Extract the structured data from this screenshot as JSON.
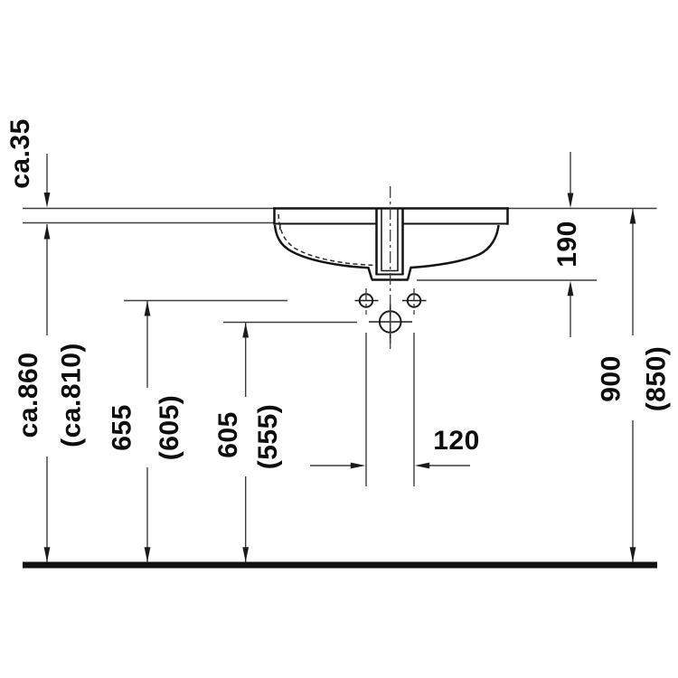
{
  "drawing": {
    "type": "washbasin-installation-side-elevation",
    "labels": {
      "counter_thickness": "ca.35",
      "height_under_counter": "ca.860",
      "height_under_counter_alt": "(ca.810)",
      "height_fixing_holes": "655",
      "height_fixing_holes_alt": "(605)",
      "height_drain": "605",
      "height_drain_alt": "(555)",
      "hole_spacing": "120",
      "basin_depth": "190",
      "height_counter_top": "900",
      "height_counter_top_alt": "(850)"
    },
    "colors": {
      "background": "#ffffff",
      "thin_line": "#3d3d3d",
      "thick_line": "#141414",
      "text": "#0d0d0d"
    }
  }
}
